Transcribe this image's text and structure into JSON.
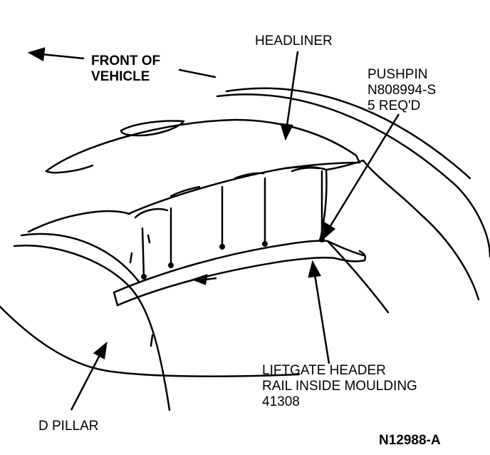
{
  "labels": {
    "front_of_vehicle_line1": "FRONT OF",
    "front_of_vehicle_line2": "VEHICLE",
    "headliner": "HEADLINER",
    "pushpin_line1": "PUSHPIN",
    "pushpin_line2": "N808994-S",
    "pushpin_line3": "5 REQ'D",
    "moulding_line1": "LIFTGATE HEADER",
    "moulding_line2": "RAIL INSIDE MOULDING",
    "moulding_line3": "41308",
    "d_pillar": "D PILLAR",
    "figure_id": "N12988-A"
  },
  "colors": {
    "ink": "#000000",
    "paper": "#ffffff"
  }
}
